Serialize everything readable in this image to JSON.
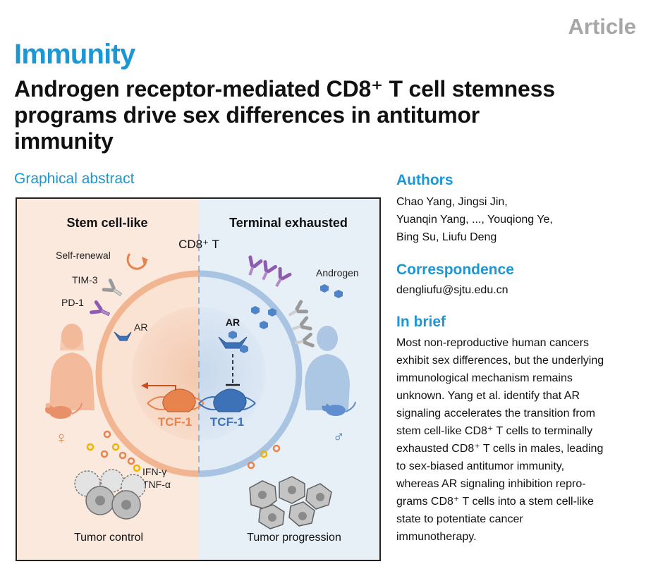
{
  "header": {
    "article_tag": "Article",
    "journal": "Immunity",
    "title_lines": [
      "Androgen receptor-mediated CD8⁺ T cell stemness",
      "programs drive sex differences in antitumor",
      "immunity"
    ]
  },
  "graphical_abstract": {
    "heading": "Graphical abstract",
    "left_title": "Stem cell-like",
    "right_title": "Terminal exhausted",
    "cell_label": "CD8⁺ T",
    "self_renewal": "Self-renewal",
    "tim3": "TIM-3",
    "pd1": "PD-1",
    "ar_left": "AR",
    "ar_right": "AR",
    "androgen": "Androgen",
    "tcf1_left": "TCF-1",
    "tcf1_right": "TCF-1",
    "ifn": "IFN-γ",
    "tnf": "TNF-α",
    "female_symbol": "♀",
    "male_symbol": "♂",
    "tumor_control": "Tumor control",
    "tumor_progression": "Tumor progression",
    "colors": {
      "left_bg": "#fbe8dc",
      "right_bg": "#e6eff7",
      "orange": "#e8834d",
      "blue": "#3d72b9",
      "light_blue": "#a9c4e2",
      "light_orange": "#f1b592"
    }
  },
  "sidebar": {
    "authors_heading": "Authors",
    "authors_lines": [
      "Chao Yang, Jingsi Jin,",
      "Yuanqin Yang, ..., Youqiong Ye,",
      "Bing Su, Liufu Deng"
    ],
    "correspondence_heading": "Correspondence",
    "correspondence_email": "dengliufu@sjtu.edu.cn",
    "brief_heading": "In brief",
    "brief_lines": [
      "Most non-reproductive human cancers",
      "exhibit sex differences, but the underlying",
      "immunological mechanism remains",
      "unknown. Yang et al. identify that AR",
      "signaling accelerates the transition from",
      "stem cell-like CD8⁺ T cells to terminally",
      "exhausted CD8⁺ T cells in males, leading",
      "to sex-biased antitumor immunity,",
      "whereas AR signaling inhibition repro-",
      "grams CD8⁺ T cells into a stem cell-like",
      "state to potentiate cancer",
      "immunotherapy."
    ]
  }
}
